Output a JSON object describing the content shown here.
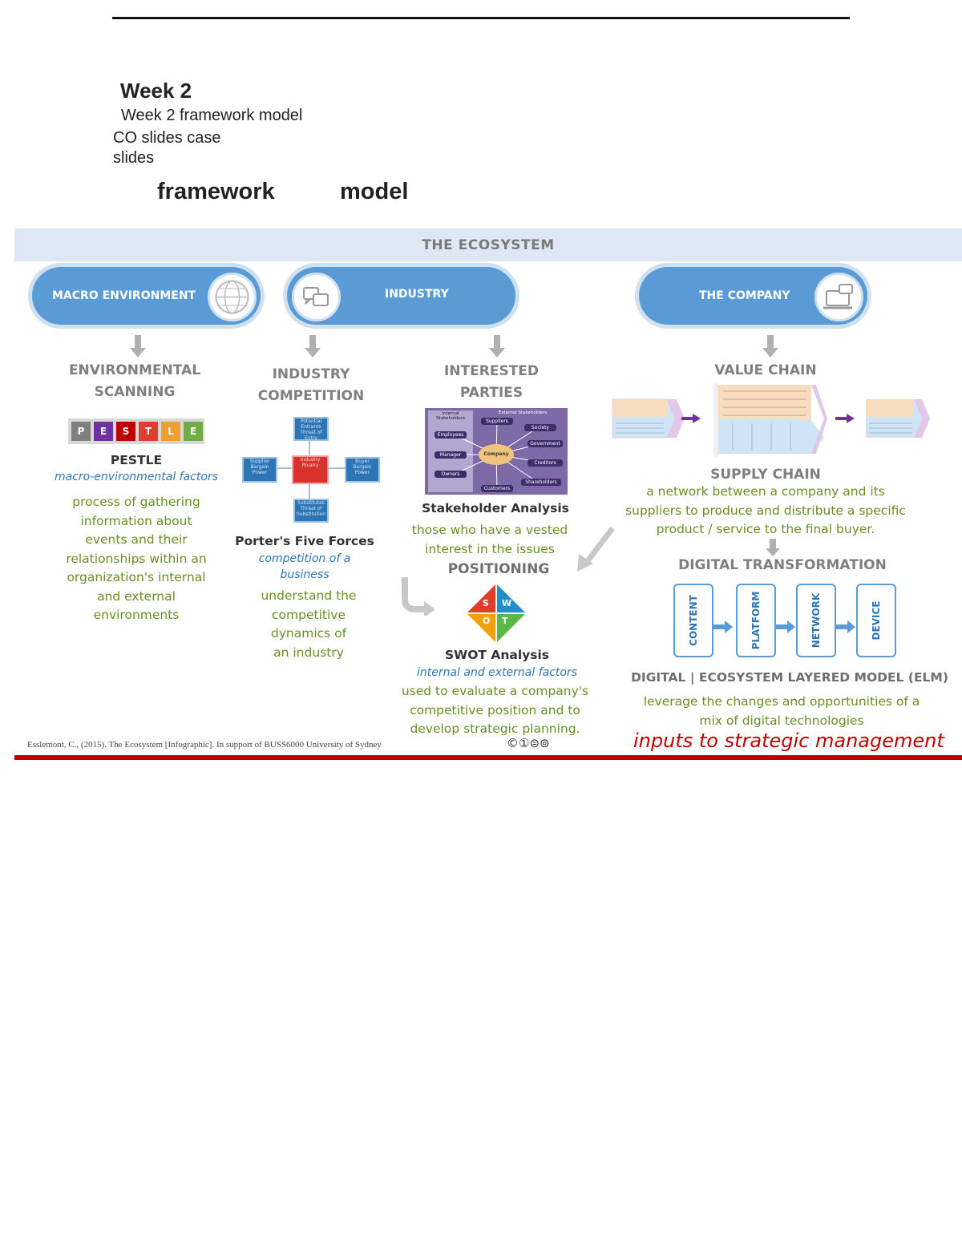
{
  "doc": {
    "title": "Week 2",
    "lines": [
      "Week 2 framework model",
      "CO slides case",
      "slides"
    ],
    "word1": "framework",
    "word2": "model"
  },
  "infographic": {
    "banner": "THE ECOSYSTEM",
    "pills": {
      "macro": "MACRO ENVIRONMENT",
      "industry": "INDUSTRY",
      "company": "THE COMPANY"
    },
    "col1": {
      "heading_1": "ENVIRONMENTAL",
      "heading_2": "SCANNING",
      "pestle_letters": [
        "P",
        "E",
        "S",
        "T",
        "L",
        "E"
      ],
      "pestle_colors": [
        "#7f7f7f",
        "#7030a0",
        "#c00000",
        "#e03c31",
        "#f0a030",
        "#70ad47"
      ],
      "model": "PESTLE",
      "subtitle": "macro-environmental factors",
      "desc": [
        "process of gathering",
        "information about",
        "events and their",
        "relationships within an",
        "organization's internal",
        "and external",
        "environments"
      ]
    },
    "col2": {
      "heading_1": "INDUSTRY",
      "heading_2": "COMPETITION",
      "model": "Porter's Five Forces",
      "subtitle_1": "competition of a",
      "subtitle_2": "business",
      "desc": [
        "understand the",
        "competitive",
        "dynamics of",
        "an industry"
      ],
      "forces": {
        "top": "Potential Entrants Threat of Entry",
        "left": "Supplier Bargain Power",
        "center": "Industry Rivalry",
        "right": "Buyer Bargain Power",
        "bottom": "Substitutes Threat of Substitution"
      }
    },
    "col3": {
      "heading_1": "INTERESTED",
      "heading_2": "PARTIES",
      "stake": {
        "internal": "Internal Stakeholders",
        "external": "External Stakeholders",
        "center": "Company",
        "left_items": [
          "Employees",
          "Manager",
          "Owners"
        ],
        "right_items": [
          "Suppliers",
          "Society",
          "Government",
          "Creditors",
          "Shareholders",
          "Customers"
        ]
      },
      "model": "Stakeholder Analysis",
      "desc": [
        "those who have a vested",
        "interest in the issues"
      ],
      "positioning": "POSITIONING",
      "swot_letters": [
        "S",
        "W",
        "O",
        "T"
      ],
      "swot_model": "SWOT Analysis",
      "swot_subtitle": "internal and external factors",
      "swot_desc": [
        "used to evaluate a company's",
        "competitive position and to",
        "develop strategic planning."
      ]
    },
    "col4": {
      "heading": "VALUE CHAIN",
      "supply": "SUPPLY CHAIN",
      "supply_desc": [
        "a network between a company and its",
        "suppliers to produce and distribute a specific",
        "product / service to the final buyer."
      ],
      "digital": "DIGITAL TRANSFORMATION",
      "elm_boxes": [
        "CONTENT",
        "PLATFORM",
        "NETWORK",
        "DEVICE"
      ],
      "elm_title": "DIGITAL | ECOSYSTEM LAYERED MODEL (ELM)",
      "elm_desc": [
        "leverage the changes and opportunities of a",
        "mix of digital technologies"
      ]
    },
    "footer": {
      "citation": "Esslemont, C., (2015). The Ecosystem [Infographic]. In support of BUSS6000 University of Sydney",
      "cc": "©①⊜⊚",
      "inputs": "inputs to strategic management"
    }
  }
}
